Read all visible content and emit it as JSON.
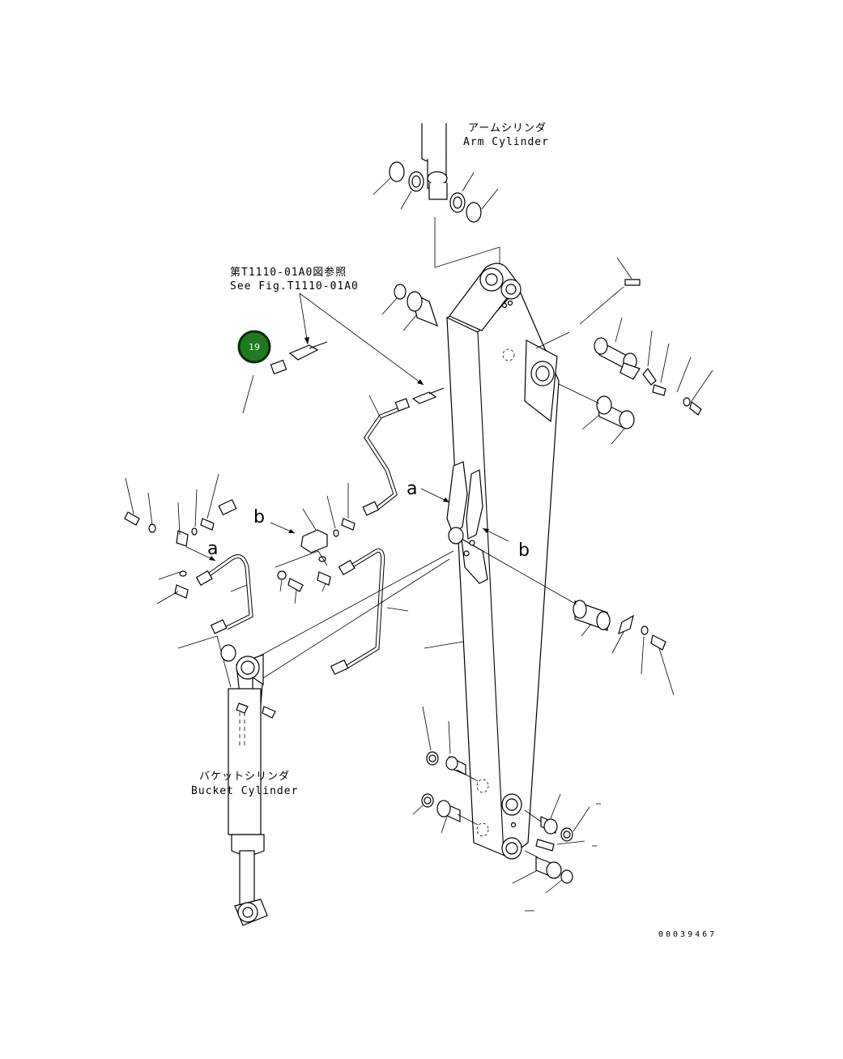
{
  "labels": {
    "arm_cylinder_jp": "アームシリンダ",
    "arm_cylinder_en": "Arm Cylinder",
    "see_fig_jp": "第T1110-01A0図参照",
    "see_fig_en": "See Fig.T1110-01A0",
    "bucket_cylinder_jp": "バケットシリンダ",
    "bucket_cylinder_en": "Bucket Cylinder",
    "ref_a_left": "a",
    "ref_a_right": "a",
    "ref_b_left": "b",
    "ref_b_right": "b",
    "drawing_number": "00039467"
  },
  "callout": {
    "number": "19",
    "color": "#1e7a1e",
    "ring_color": "#0a2a0a"
  }
}
